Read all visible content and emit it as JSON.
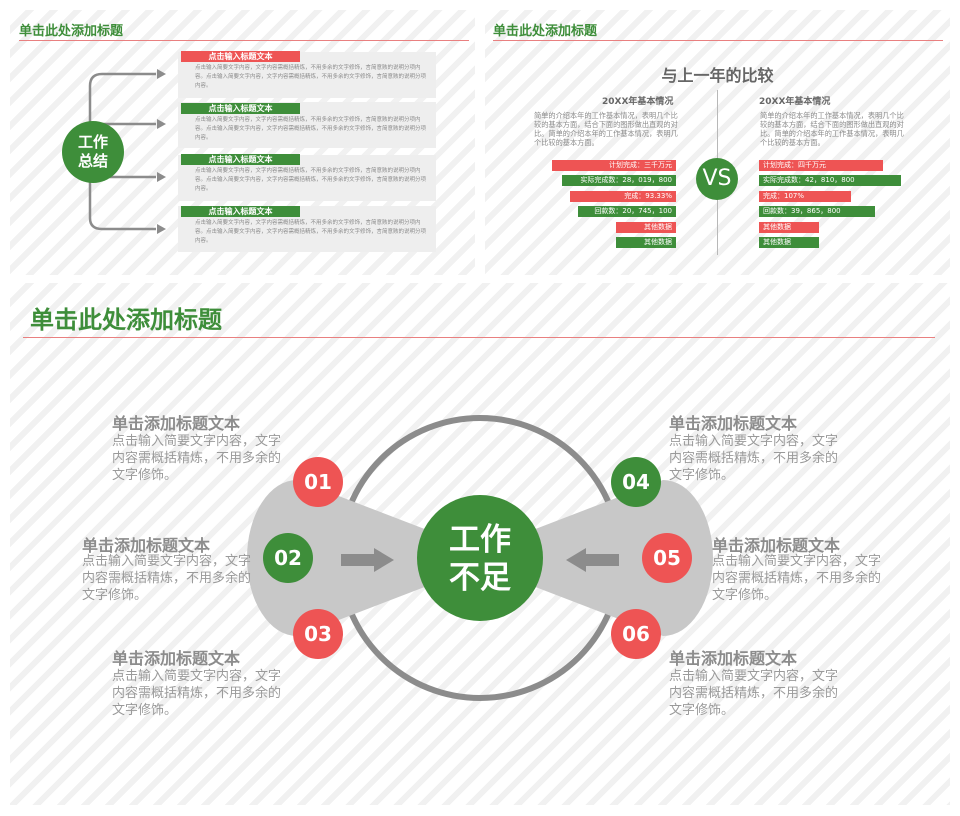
{
  "slide1": {
    "title": "单击此处添加标题",
    "center": [
      "工作",
      "总结"
    ],
    "items": [
      {
        "heading": "点击输入标题文本",
        "body": "点击输入简要文字内容，文字内容需概括精炼，不用多余的文字修饰，言简意赅的说明分项内容。点击输入简要文字内容，文字内容需概括精炼，不用多余的文字修饰，言简意赅的说明分项内容。"
      },
      {
        "heading": "点击输入标题文本",
        "body": "点击输入简要文字内容，文字内容需概括精炼，不用多余的文字修饰，言简意赅的说明分项内容。点击输入简要文字内容，文字内容需概括精炼，不用多余的文字修饰，言简意赅的说明分项内容。"
      },
      {
        "heading": "点击输入标题文本",
        "body": "点击输入简要文字内容，文字内容需概括精炼，不用多余的文字修饰，言简意赅的说明分项内容。点击输入简要文字内容，文字内容需概括精炼，不用多余的文字修饰，言简意赅的说明分项内容。"
      },
      {
        "heading": "点击输入标题文本",
        "body": "点击输入简要文字内容，文字内容需概括精炼，不用多余的文字修饰，言简意赅的说明分项内容。点击输入简要文字内容，文字内容需概括精炼，不用多余的文字修饰，言简意赅的说明分项内容。"
      }
    ]
  },
  "slide2": {
    "title": "单击此处添加标题",
    "subtitle": "与上一年的比较",
    "vs": "VS",
    "left": {
      "heading": "20XX年基本情况",
      "desc": "简单的介绍本年的工作基本情况，表明几个比较的基本方面，结合下面的图形做出直观的对比。简单的介绍本年的工作基本情况，表明几个比较的基本方面。",
      "bars": [
        "计划完成：三千万元",
        "实际完成数：28，019，800",
        "完成：93.33%",
        "回款数：20，745，100",
        "其他数据",
        "其他数据"
      ]
    },
    "right": {
      "heading": "20XX年基本情况",
      "desc": "简单的介绍本年的工作基本情况，表明几个比较的基本方面，结合下面的图形做出直观的对比。简单的介绍本年的工作基本情况，表明几个比较的基本方面。",
      "bars": [
        "计划完成：四千万元",
        "实际完成数：42，810，800",
        "完成：107%",
        "回款数：39，865，800",
        "其他数据",
        "其他数据"
      ]
    }
  },
  "slide3": {
    "title": "单击此处添加标题",
    "center": [
      "工作",
      "不足"
    ],
    "nodes": [
      "01",
      "02",
      "03",
      "04",
      "05",
      "06"
    ],
    "items": [
      {
        "heading": "单击添加标题文本",
        "body": "点击输入简要文字内容，文字内容需概括精炼，不用多余的文字修饰。"
      },
      {
        "heading": "单击添加标题文本",
        "body": "点击输入简要文字内容，文字内容需概括精炼，不用多余的文字修饰。"
      },
      {
        "heading": "单击添加标题文本",
        "body": "点击输入简要文字内容，文字内容需概括精炼，不用多余的文字修饰。"
      },
      {
        "heading": "单击添加标题文本",
        "body": "点击输入简要文字内容，文字内容需概括精炼，不用多余的文字修饰。"
      },
      {
        "heading": "单击添加标题文本",
        "body": "点击输入简要文字内容，文字内容需概括精炼，不用多余的文字修饰。"
      },
      {
        "heading": "单击添加标题文本",
        "body": "点击输入简要文字内容，文字内容需概括精炼，不用多余的文字修饰。"
      }
    ]
  },
  "colors": {
    "green": "#3e8e3a",
    "red": "#ee5454",
    "gray": "#8c8c8c",
    "rule": "#e98080"
  }
}
